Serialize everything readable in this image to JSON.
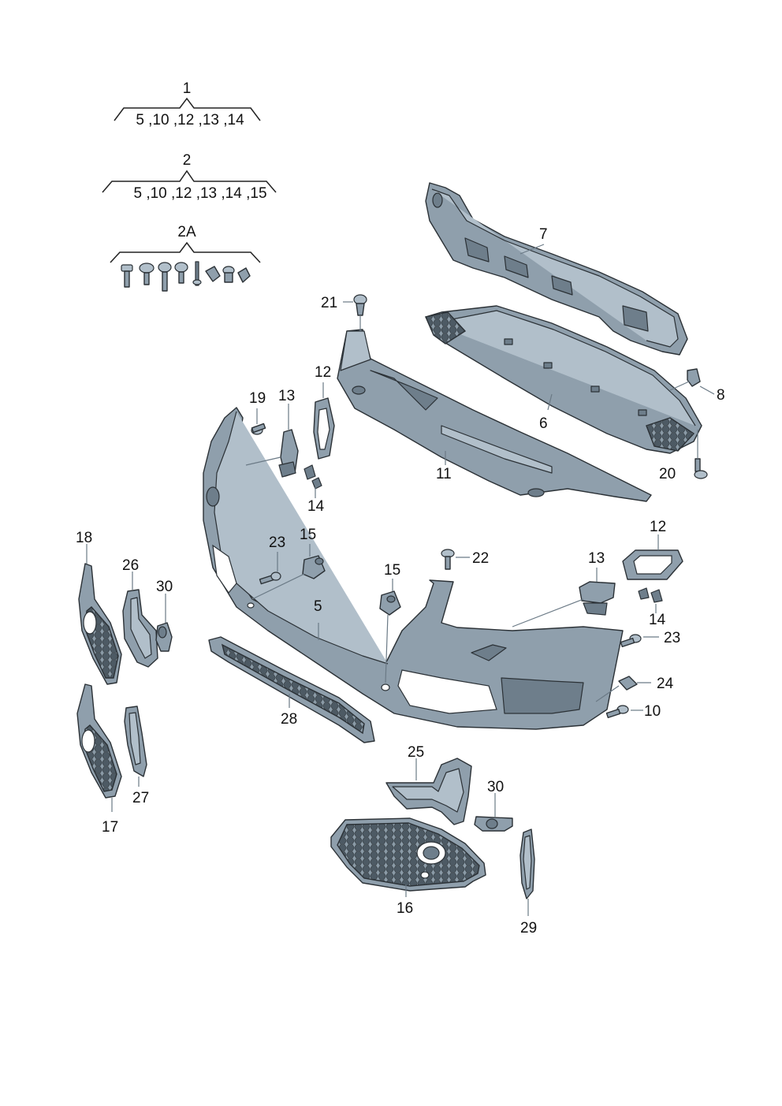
{
  "kits": {
    "kit1": {
      "number": "1",
      "contents": "5 ,10 ,12 ,13 ,14"
    },
    "kit2": {
      "number": "2",
      "contents": "5 ,10 ,12 ,13 ,14 ,15"
    },
    "kit2a": {
      "number": "2A"
    }
  },
  "callouts": {
    "p5": "5",
    "p6": "6",
    "p7": "7",
    "p8": "8",
    "p10": "10",
    "p11": "11",
    "p12a": "12",
    "p12b": "12",
    "p13a": "13",
    "p13b": "13",
    "p14a": "14",
    "p14b": "14",
    "p15a": "15",
    "p15b": "15",
    "p16": "16",
    "p17": "17",
    "p18": "18",
    "p19": "19",
    "p20": "20",
    "p21": "21",
    "p22": "22",
    "p23a": "23",
    "p23b": "23",
    "p24": "24",
    "p25": "25",
    "p26": "26",
    "p27": "27",
    "p28": "28",
    "p29": "29",
    "p30a": "30",
    "p30b": "30"
  },
  "colors": {
    "part_fill": "#8f9fac",
    "part_light": "#b1bfca",
    "outline": "#2b3136",
    "leader": "#6b7a86"
  }
}
